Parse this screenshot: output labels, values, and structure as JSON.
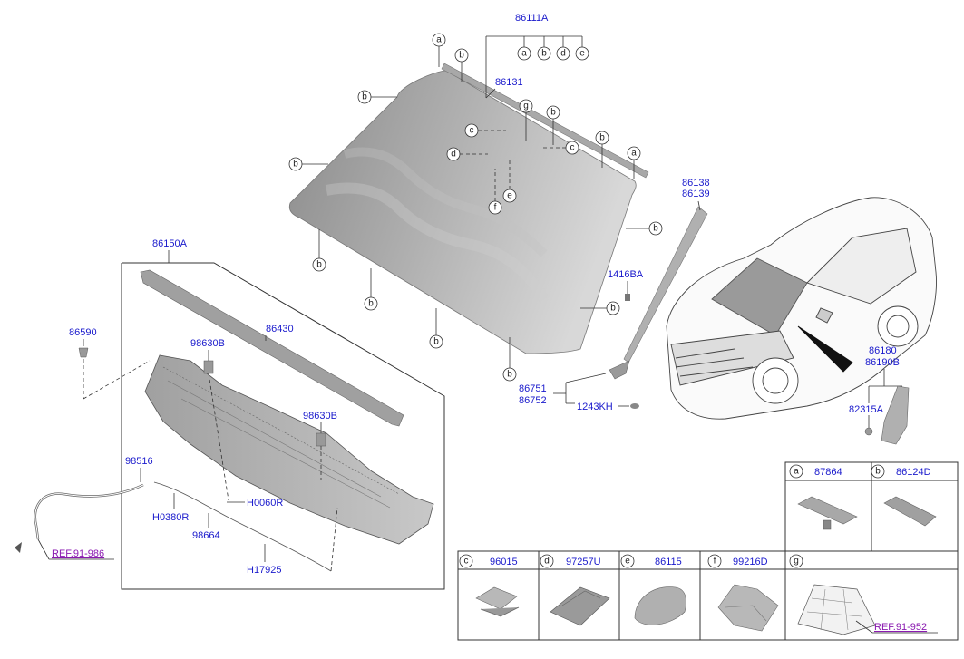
{
  "parts": {
    "p86111A": "86111A",
    "p86131": "86131",
    "p86138": "86138",
    "p86139": "86139",
    "p1416BA": "1416BA",
    "p86751": "86751",
    "p86752": "86752",
    "p1243KH": "1243KH",
    "p86150A": "86150A",
    "p86590": "86590",
    "p86430": "86430",
    "p98630B_1": "98630B",
    "p98630B_2": "98630B",
    "p98516": "98516",
    "pH0380R": "H0380R",
    "pH0060R": "H0060R",
    "p98664": "98664",
    "pH17925": "H17925",
    "p86180": "86180",
    "p86190B": "86190B",
    "p82315A": "82315A"
  },
  "references": {
    "ref_986": "REF.91-986",
    "ref_952": "REF.91-952"
  },
  "letters": {
    "a": "a",
    "b": "b",
    "c": "c",
    "d": "d",
    "e": "e",
    "f": "f",
    "g": "g"
  },
  "legend": {
    "a": {
      "letter": "a",
      "part": "87864"
    },
    "b": {
      "letter": "b",
      "part": "86124D"
    },
    "c": {
      "letter": "c",
      "part": "96015"
    },
    "d": {
      "letter": "d",
      "part": "97257U"
    },
    "e": {
      "letter": "e",
      "part": "86115"
    },
    "f": {
      "letter": "f",
      "part": "99216D"
    },
    "g": {
      "letter": "g",
      "part": ""
    }
  },
  "colors": {
    "part_number": "#1a1acc",
    "reference": "#8a1ab0",
    "glass_dark": "#8a8a8a",
    "glass_light": "#d4d4d4"
  }
}
